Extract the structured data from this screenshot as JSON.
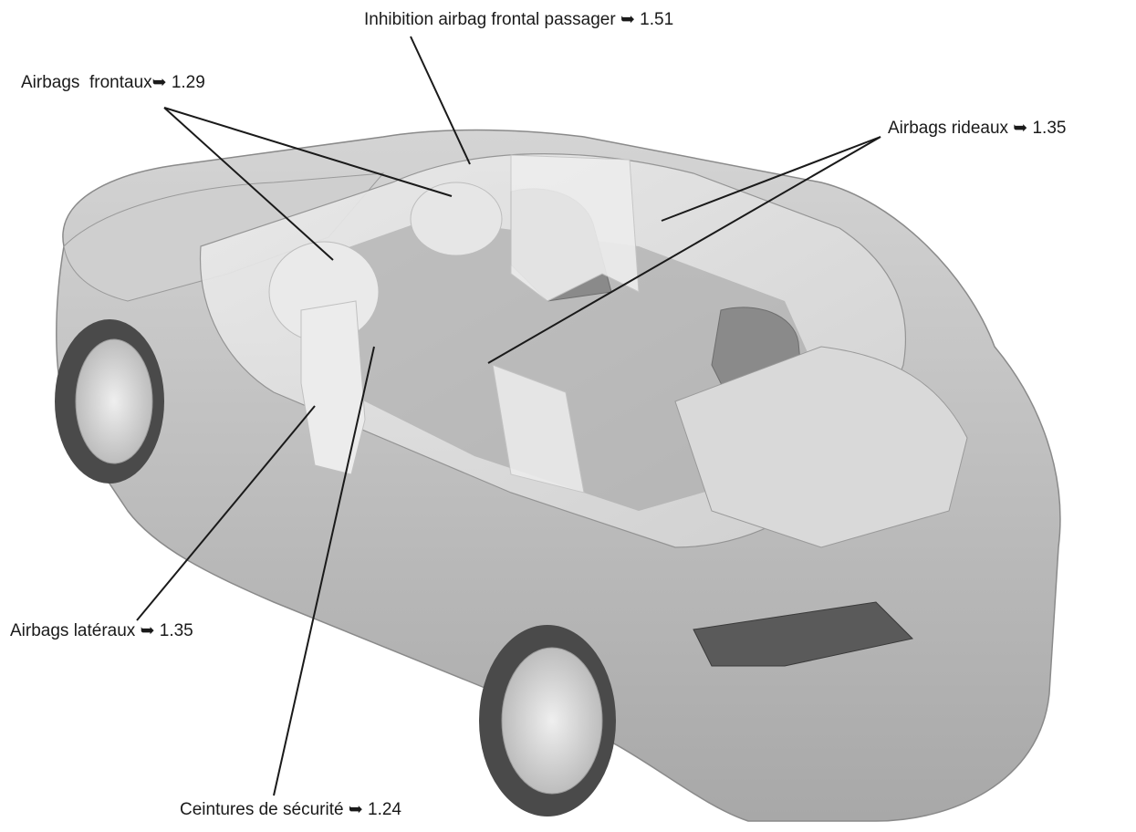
{
  "callouts": {
    "inhibition_airbag": "Inhibition airbag frontal passager ➥ 1.51",
    "airbags_frontaux": "Airbags  frontaux➥ 1.29",
    "airbags_rideaux": "Airbags rideaux ➥ 1.35",
    "airbags_lateraux": "Airbags latéraux ➥ 1.35",
    "ceintures": "Ceintures de sécurité ➥ 1.24"
  },
  "colors": {
    "body": "#c7c7c7",
    "body_shade": "#a9a9a9",
    "glass": "#e3e3e3",
    "interior": "#9a9a9a",
    "airbag": "#e9e9e9",
    "tire": "#4a4a4a",
    "rim": "#d8d8d8",
    "leader": "#1a1a1a"
  }
}
